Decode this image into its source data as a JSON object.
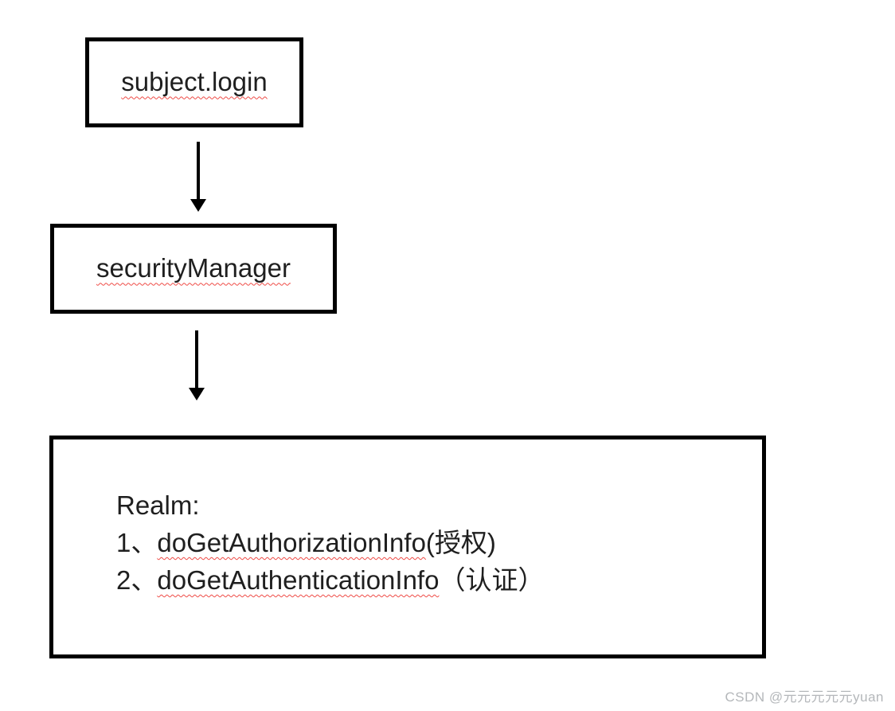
{
  "diagram": {
    "nodes": {
      "subject_login": {
        "label": "subject.login"
      },
      "security_manager": {
        "label": "securityManager"
      },
      "realm": {
        "title": "Realm:",
        "items": [
          {
            "number": "1、",
            "method": "doGetAuthorizationInfo",
            "suffix": "(授权)"
          },
          {
            "number": "2、",
            "method": "doGetAuthenticationInfo",
            "suffix": "（认证）"
          }
        ]
      }
    },
    "colors": {
      "box_border": "#000000",
      "text": "#1f1f1f",
      "spellcheck_underline": "#ef4b46",
      "watermark": "#b4b7ba"
    }
  },
  "watermark": {
    "text": "CSDN @元元元元元yuan"
  }
}
